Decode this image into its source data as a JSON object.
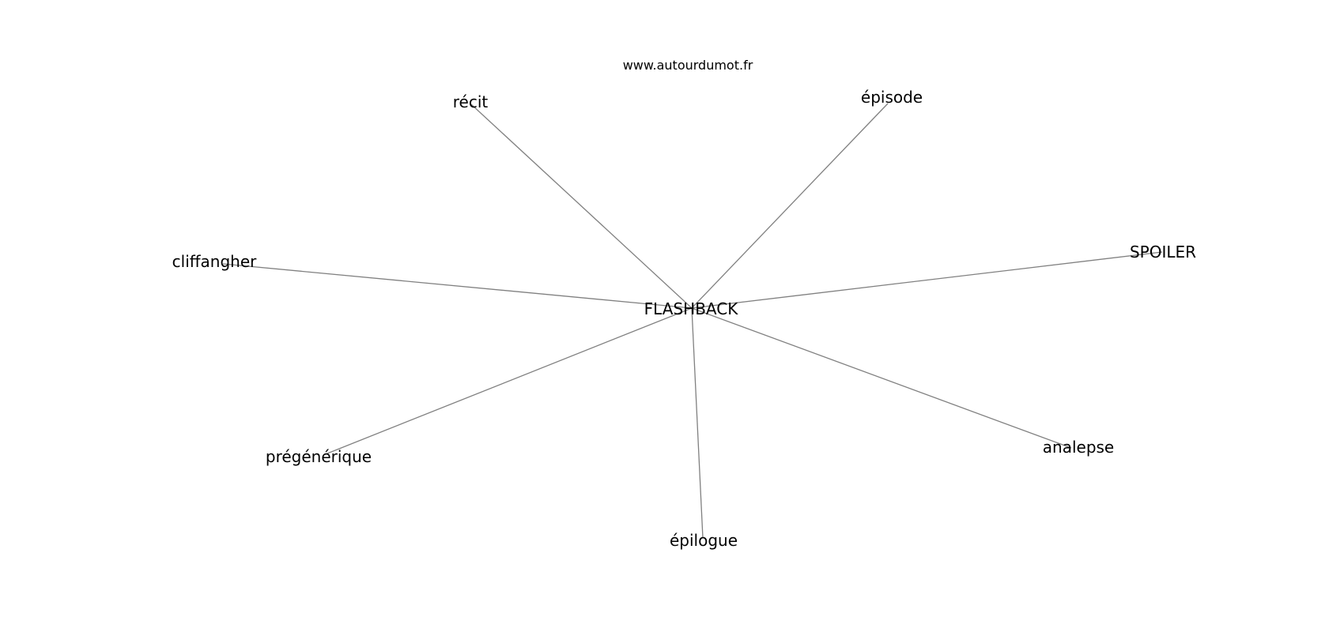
{
  "source": "www.autourdumot.fr",
  "center": {
    "id": "flashback",
    "label": "FLASHBACK"
  },
  "words": [
    {
      "id": "recit",
      "label": "récit"
    },
    {
      "id": "episode",
      "label": "épisode"
    },
    {
      "id": "spoiler",
      "label": "SPOILER"
    },
    {
      "id": "cliffangher",
      "label": "cliffangher"
    },
    {
      "id": "pregenerique",
      "label": "prégénérique"
    },
    {
      "id": "analepse",
      "label": "analepse"
    },
    {
      "id": "epilogue",
      "label": "épilogue"
    }
  ],
  "edge_color": "#808080"
}
